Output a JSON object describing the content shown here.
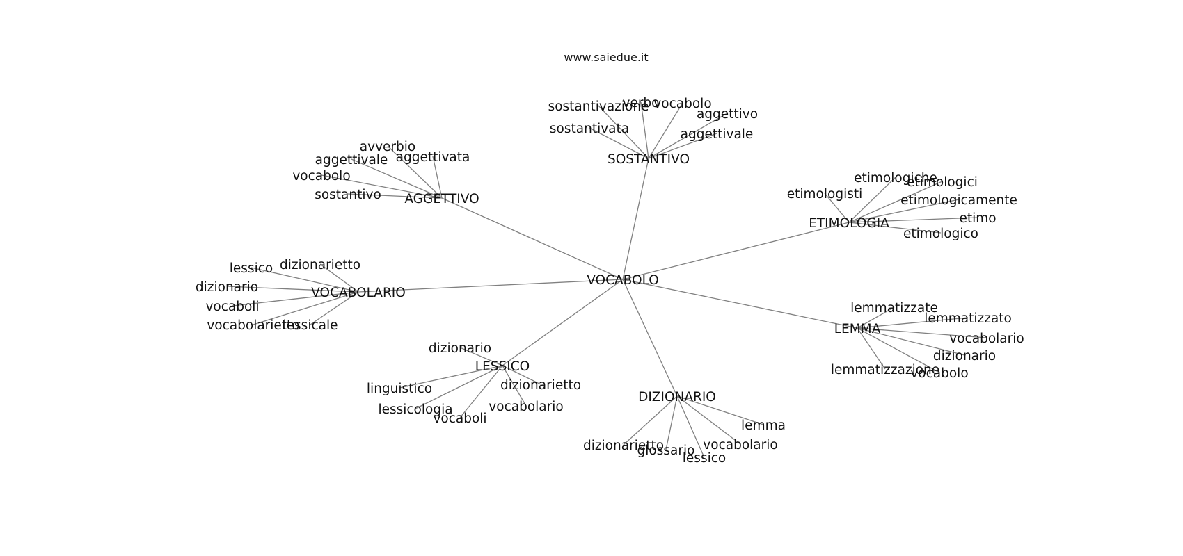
{
  "header": {
    "site": "www.saiedue.it"
  },
  "colors": {
    "edge": "#808080",
    "text": "#111111",
    "background": "#ffffff"
  },
  "graph": {
    "root": "VOCABOLO",
    "groups": [
      {
        "id": "sostantivo",
        "label": "SOSTANTIVO",
        "leaves": [
          "sostantivazione",
          "verbo",
          "vocabolo",
          "aggettivo",
          "sostantivata",
          "aggettivale"
        ]
      },
      {
        "id": "aggettivo",
        "label": "AGGETTIVO",
        "leaves": [
          "avverbio",
          "aggettivata",
          "aggettivale",
          "vocabolo",
          "sostantivo"
        ]
      },
      {
        "id": "etimologia",
        "label": "ETIMOLOGIA",
        "leaves": [
          "etimologiche",
          "etimologici",
          "etimologisti",
          "etimologicamente",
          "etimo",
          "etimologico"
        ]
      },
      {
        "id": "vocabolario",
        "label": "VOCABOLARIO",
        "leaves": [
          "lessico",
          "dizionarietto",
          "dizionario",
          "vocaboli",
          "vocabolarietto",
          "lessicale"
        ]
      },
      {
        "id": "lemma",
        "label": "LEMMA",
        "leaves": [
          "lemmatizzate",
          "lemmatizzato",
          "vocabolario",
          "dizionario",
          "lemmatizzazione",
          "vocabolo"
        ]
      },
      {
        "id": "lessico",
        "label": "LESSICO",
        "leaves": [
          "dizionario",
          "linguistico",
          "dizionarietto",
          "vocabolario",
          "lessicologia",
          "vocaboli"
        ]
      },
      {
        "id": "dizionario",
        "label": "DIZIONARIO",
        "leaves": [
          "lemma",
          "vocabolario",
          "dizionarietto",
          "glossario",
          "lessico"
        ]
      }
    ]
  }
}
